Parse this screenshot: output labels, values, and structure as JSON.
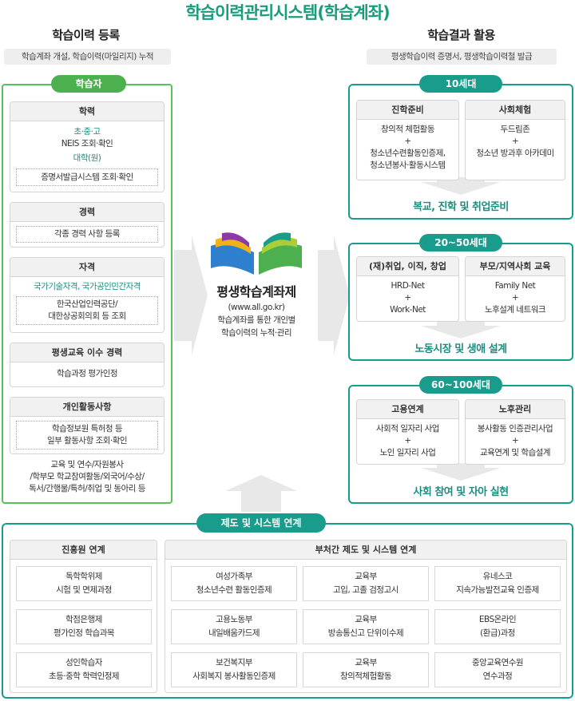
{
  "main_title": "학습이력관리시스템(학습계좌)",
  "left_section": {
    "title": "학습이력 등록",
    "desc": "학습계좌 개설, 학습이력(마일리지) 누적",
    "badge": "학습자",
    "cards": {
      "education": {
        "title": "학력",
        "line1": "초·중·고",
        "line2": "NEIS 조회·확인",
        "line3": "대학(원)",
        "box": "증명서발급시스템 조회·확인"
      },
      "career": {
        "title": "경력",
        "box": "각종 경력 사항 등록"
      },
      "license": {
        "title": "자격",
        "line1": "국가기술자격, 국가공인민간자격",
        "box1": "한국산업인력공단/",
        "box2": "대한상공회의회 등 조회"
      },
      "lifelong": {
        "title": "평생교육 이수 경력",
        "line1": "학습과정 평가인정"
      },
      "personal": {
        "title": "개인활동사항",
        "box1": "학습정보원 특허청 등",
        "box2": "일부 활동사항 조회·확인"
      }
    },
    "extra1": "교육 및 연수/자원봉사",
    "extra2": "/학부모 학교참여활동/외국어/수상/",
    "extra3": "독서/간행물/특허/취업 및 동아리 등"
  },
  "center": {
    "title": "평생학습계좌제",
    "line1": "(www.all.go.kr)",
    "line2": "학습계좌를 통한 개인별",
    "line3": "학습이력의 누적·관리"
  },
  "right_section": {
    "title": "학습결과 활용",
    "desc": "평생학습이력 증명서, 평생학습이력철 발급",
    "groups": {
      "g10": {
        "badge": "10세대",
        "c1": {
          "title": "진학준비",
          "l1": "창의적 체험활동",
          "plus": "+",
          "l2": "청소년수련활동인증제,",
          "l3": "청소년봉사·활동시스템"
        },
        "c2": {
          "title": "사회체험",
          "l1": "두드림존",
          "plus": "+",
          "l2": "청소년 방과후 아카데미"
        },
        "result": "복교, 진학 및 취업준비"
      },
      "g20": {
        "badge": "20~50세대",
        "c1": {
          "title": "(재)취업, 이직, 창업",
          "l1": "HRD-Net",
          "plus": "+",
          "l2": "Work-Net"
        },
        "c2": {
          "title": "부모/지역사회 교육",
          "l1": "Family Net",
          "plus": "+",
          "l2": "노후설계 네트워크"
        },
        "result": "노동시장 및 생애 설계"
      },
      "g60": {
        "badge": "60~100세대",
        "c1": {
          "title": "고용연계",
          "l1": "사회적 일자리 사업",
          "plus": "+",
          "l2": "노인 일자리 사업"
        },
        "c2": {
          "title": "노후관리",
          "l1": "봉사활동 인증관리사업",
          "plus": "+",
          "l2": "교육연계 및 학습설계"
        },
        "result": "사회 참여 및 자아 실현"
      }
    }
  },
  "bottom": {
    "badge": "제도 및 시스템 연계",
    "left": {
      "title": "진흥원 연계",
      "items": [
        [
          "독학학위제",
          "시험 및 면제과정"
        ],
        [
          "학점은행제",
          "평가인정 학습과목"
        ],
        [
          "성인학습자",
          "초등·중학 학력인정제"
        ]
      ]
    },
    "right": {
      "title": "부처간 제도 및 시스템 연계",
      "items": [
        [
          "여성가족부",
          "청소년수련 활동인증제"
        ],
        [
          "교육부",
          "고입, 고졸 검정고시"
        ],
        [
          "유네스코",
          "지속가능발전교육 인증제"
        ],
        [
          "고용노동부",
          "내일배움카드제"
        ],
        [
          "교육부",
          "방송통신고 단위이수제"
        ],
        [
          "EBS온라인",
          "(환급)과정"
        ],
        [
          "보건복지부",
          "사회복지 봉사활동인증제"
        ],
        [
          "교육부",
          "창의적체험활동"
        ],
        [
          "중앙교육연수원",
          "연수과정"
        ]
      ]
    }
  },
  "colors": {
    "teal": "#1a9c8c",
    "green": "#4db04f",
    "arrow": "#e6e6e6"
  },
  "icons": {
    "logo": "open-book-logo-icon"
  }
}
